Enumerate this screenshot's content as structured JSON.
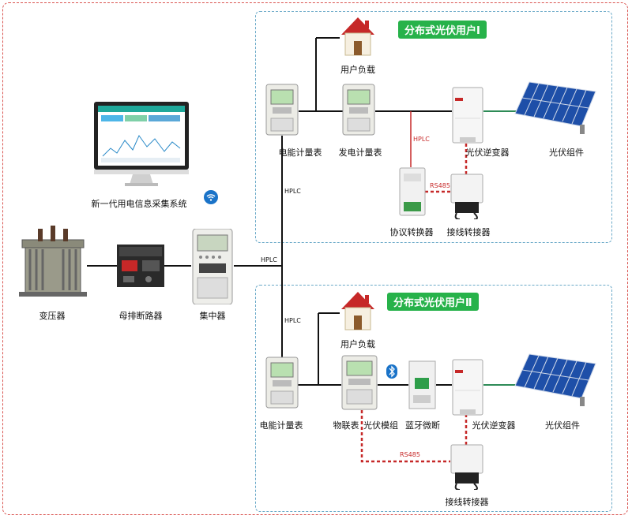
{
  "groups": {
    "user1_title": "分布式光伏用户Ⅰ",
    "user2_title": "分布式光伏用户Ⅱ"
  },
  "labels": {
    "system": "新一代用电信息采集系统",
    "transformer": "变压器",
    "breaker": "母排断路器",
    "concentrator": "集中器",
    "load1": "用户负载",
    "meter1": "电能计量表",
    "gen_meter": "发电计量表",
    "inverter1": "光伏逆变器",
    "pv1": "光伏组件",
    "protocol_converter": "协议转换器",
    "adapter1": "接线转接器",
    "load2": "用户负载",
    "meter2": "电能计量表",
    "iot_meter": "物联表",
    "pv_module": "光伏模组",
    "bt_breaker": "蓝牙微断",
    "inverter2": "光伏逆变器",
    "pv2": "光伏组件",
    "adapter2": "接线转接器"
  },
  "links": {
    "hplc_main": "HPLC",
    "hplc_up": "HPLC",
    "hplc_down": "HPLC",
    "hplc_user1": "HPLC",
    "rs485_user1": "RS485",
    "rs485_user2": "RS485"
  },
  "colors": {
    "frame": "#d9534f",
    "group_border": "#6aa9c8",
    "title_bg": "#27b24a",
    "wire": "#111111",
    "dashed_red": "#c62828",
    "solar": "#1e4fa8",
    "dc_green": "#2e8b57"
  },
  "icons": [
    "house-icon",
    "wifi-icon",
    "bluetooth-icon",
    "solar-panel-icon",
    "meter-icon",
    "monitor-icon"
  ]
}
